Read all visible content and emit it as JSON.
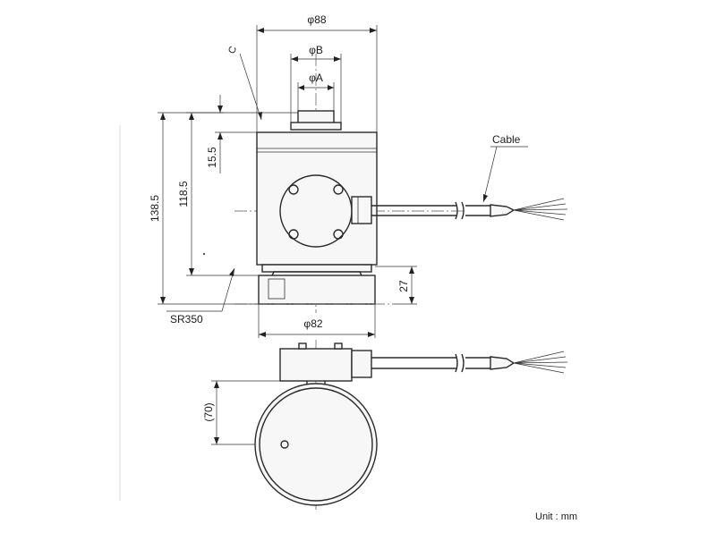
{
  "dimensions": {
    "phi88": "φ88",
    "phiB": "φB",
    "phiA": "φA",
    "phi82": "φ82",
    "h138_5": "138.5",
    "h118_5": "118.5",
    "h15_5": "15.5",
    "h27": "27",
    "d70": "(70)"
  },
  "labels": {
    "cable": "Cable",
    "sr350": "SR350",
    "c_mark": "C",
    "unit": "Unit : mm"
  }
}
